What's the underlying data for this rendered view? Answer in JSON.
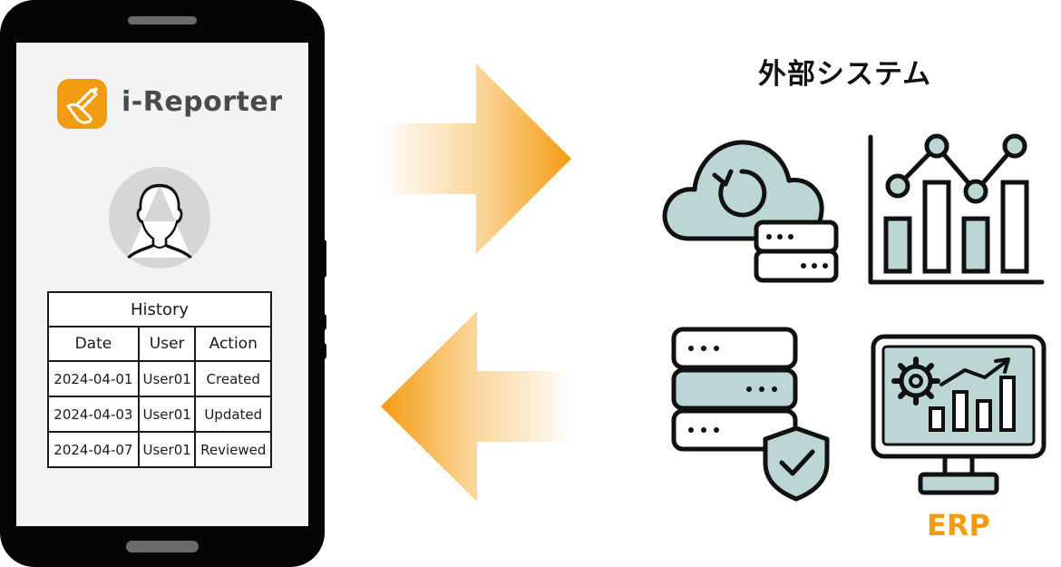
{
  "app": {
    "name": "i-Reporter"
  },
  "history_table": {
    "title": "History",
    "headers": [
      "Date",
      "User",
      "Action"
    ],
    "rows": [
      [
        "2024-04-01",
        "User01",
        "Created"
      ],
      [
        "2024-04-03",
        "User01",
        "Updated"
      ],
      [
        "2024-04-07",
        "User01",
        "Reviewed"
      ]
    ]
  },
  "external": {
    "title": "外部システム",
    "erp_label": "ERP",
    "icons": [
      "cloud-sync-server-icon",
      "bar-line-chart-icon",
      "secure-database-icon",
      "erp-monitor-icon"
    ]
  },
  "colors": {
    "accent_orange": "#f39c12",
    "icon_fill": "#bcd6d6",
    "outline": "#1a1a1a"
  }
}
